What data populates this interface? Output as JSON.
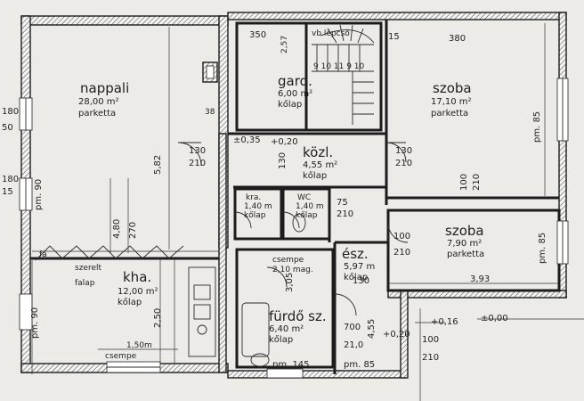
{
  "rooms": {
    "nappali": {
      "name": "nappali",
      "area": "28,00 m²",
      "floor": "parketta"
    },
    "gard": {
      "name": "gard.",
      "area": "6,00 m²",
      "floor": "kőlap"
    },
    "szoba1": {
      "name": "szoba",
      "area": "17,10 m²",
      "floor": "parketta"
    },
    "kozl": {
      "name": "közl.",
      "area": "4,55 m²",
      "floor": "kőlap"
    },
    "kamra": {
      "name": "kra.",
      "area": "1,40 m",
      "floor": "kőlap"
    },
    "wc": {
      "name": "WC",
      "area": "1,40 m",
      "floor": "kőlap"
    },
    "szoba2": {
      "name": "szoba",
      "area": "7,90 m²",
      "floor": "parketta"
    },
    "kha": {
      "name": "kha.",
      "area": "12,00 m²",
      "floor": "kőlap"
    },
    "esz": {
      "name": "ész.",
      "area": "5,97 m",
      "floor": "kőlap"
    },
    "furdo": {
      "name": "fürdő sz.",
      "area": "6,40 m²",
      "floor": "kőlap"
    }
  },
  "annotations": {
    "szerelt": "szerelt",
    "falap": "falap",
    "fa": "fa",
    "csempe_150": "1,50m",
    "csempe_label": "csempe",
    "csempe_bath": "csempe",
    "csempe_bath_h": "2,10 mag.",
    "vb_lepcso": "vb.lépcső",
    "steps": "9 10 11 9 10"
  },
  "dimensions": {
    "d350": "350",
    "d257": "2,57",
    "d15": "15",
    "d380": "380",
    "d582": "5,82",
    "d480": "4,80",
    "d270": "270",
    "d130a": "130",
    "d210a": "210",
    "d035": "±0,35",
    "d020": "+0,20",
    "d130b": "130",
    "d130c": "130",
    "d210b": "210",
    "d100a": "100",
    "d210c": "210",
    "d75": "75",
    "d210d": "210",
    "d100b": "100",
    "d210e": "210",
    "d130d": "130",
    "d393": "3,93",
    "d250": "2,50",
    "d305": "3,05",
    "d455": "4,55",
    "d700": "700",
    "d210f": "21,0",
    "d100c": "100",
    "d210g": "210",
    "d016": "+0,16",
    "d000": "±0,00",
    "d020b": "+0,20",
    "pm90a": "pm. 90",
    "pm85a": "pm. 85",
    "pm85b": "pm. 85",
    "pm145": "pm. 145",
    "pm85c": "pm. 85",
    "pm90b": "pm. 90",
    "d180a": "180",
    "d50": "50",
    "d180b": "180",
    "d15b": "15",
    "d38": "38"
  }
}
